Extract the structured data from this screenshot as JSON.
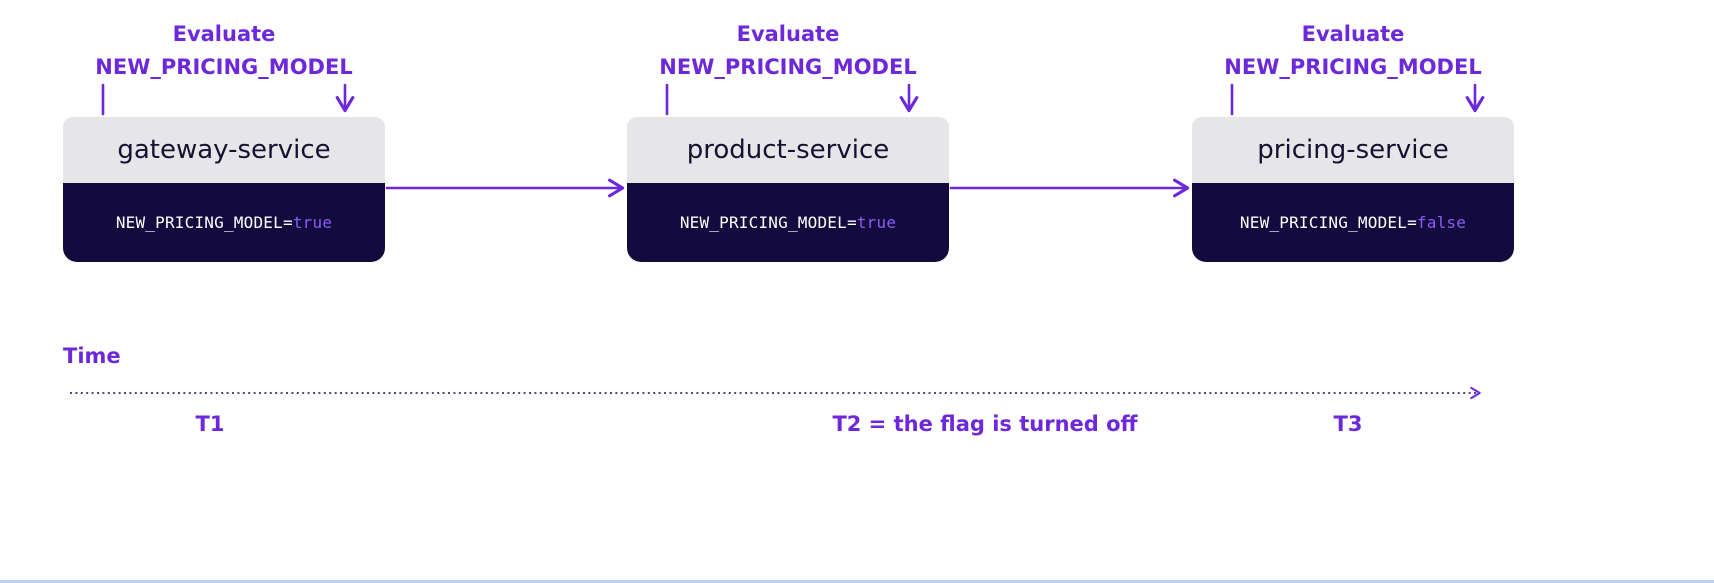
{
  "colors": {
    "accent_purple": "#6D28D9",
    "box_dark": "#130A3E",
    "header_gray": "#E6E5E7",
    "header_text": "#181032",
    "flag_text": "#FFFFFF",
    "flag_value_purple": "#8B5CF6",
    "background": "#FFFFFF"
  },
  "services": [
    {
      "evaluate_label": {
        "line1": "Evaluate",
        "line2": "NEW_PRICING_MODEL"
      },
      "name": "gateway-service",
      "flag": {
        "name": "NEW_PRICING_MODEL",
        "equals": "=",
        "value": "true"
      }
    },
    {
      "evaluate_label": {
        "line1": "Evaluate",
        "line2": "NEW_PRICING_MODEL"
      },
      "name": "product-service",
      "flag": {
        "name": "NEW_PRICING_MODEL",
        "equals": "=",
        "value": "true"
      }
    },
    {
      "evaluate_label": {
        "line1": "Evaluate",
        "line2": "NEW_PRICING_MODEL"
      },
      "name": "pricing-service",
      "flag": {
        "name": "NEW_PRICING_MODEL",
        "equals": "=",
        "value": "false"
      }
    }
  ],
  "timeline": {
    "label": "Time",
    "markers": [
      {
        "label": "T1"
      },
      {
        "label": "T2 = the flag is turned off"
      },
      {
        "label": "T3"
      }
    ]
  }
}
